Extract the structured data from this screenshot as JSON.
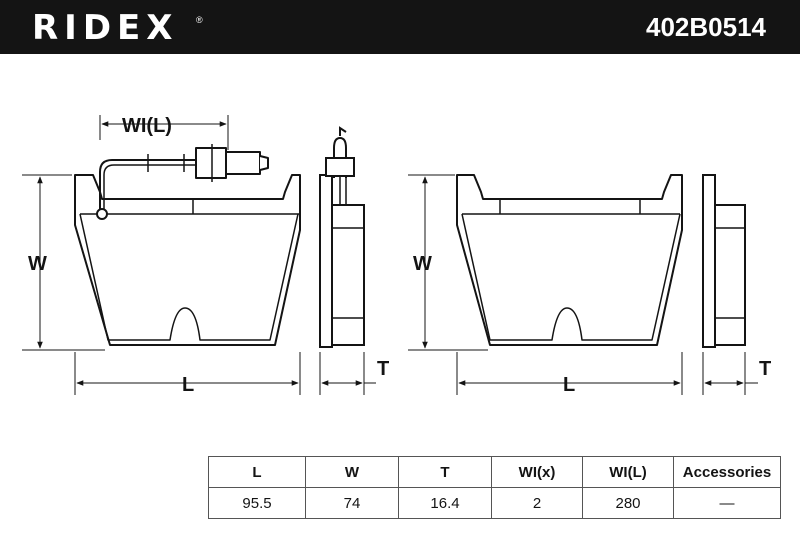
{
  "header": {
    "brand": "RIDEX",
    "registered_mark": "®",
    "part_number": "402B0514",
    "background": "#141414",
    "text_color": "#ffffff"
  },
  "diagram": {
    "dim_wl": "WI(L)",
    "dim_w_left": "W",
    "dim_l_left": "L",
    "dim_t_left": "T",
    "dim_w_right": "W",
    "dim_l_right": "L",
    "dim_t_right": "T",
    "line_color": "#141414",
    "pad_fill": "#dcdcdc",
    "watermark_color": "#ebebeb"
  },
  "specs": {
    "headers": [
      "L",
      "W",
      "T",
      "WI(x)",
      "WI(L)",
      "Accessories"
    ],
    "values": [
      "95.5",
      "74",
      "16.4",
      "2",
      "280",
      "—"
    ]
  }
}
